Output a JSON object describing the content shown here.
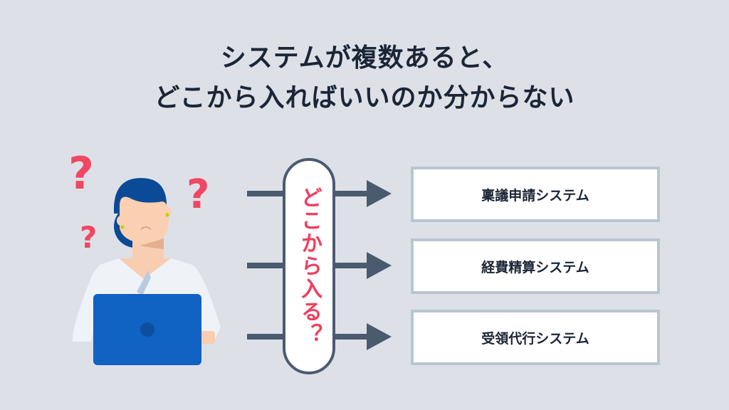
{
  "title": {
    "line1": "システムが複数あると、",
    "line2": "どこから入ればいいのか分からない"
  },
  "center_label": "どこから入る？",
  "systems": [
    {
      "label": "稟議申請システム"
    },
    {
      "label": "経費精算システム"
    },
    {
      "label": "受領代行システム"
    }
  ],
  "colors": {
    "background": "#dde1e7",
    "accent": "#ef4060",
    "arrow": "#4a5b6f",
    "box_border": "#b9c5d1",
    "laptop": "#1062c3"
  }
}
